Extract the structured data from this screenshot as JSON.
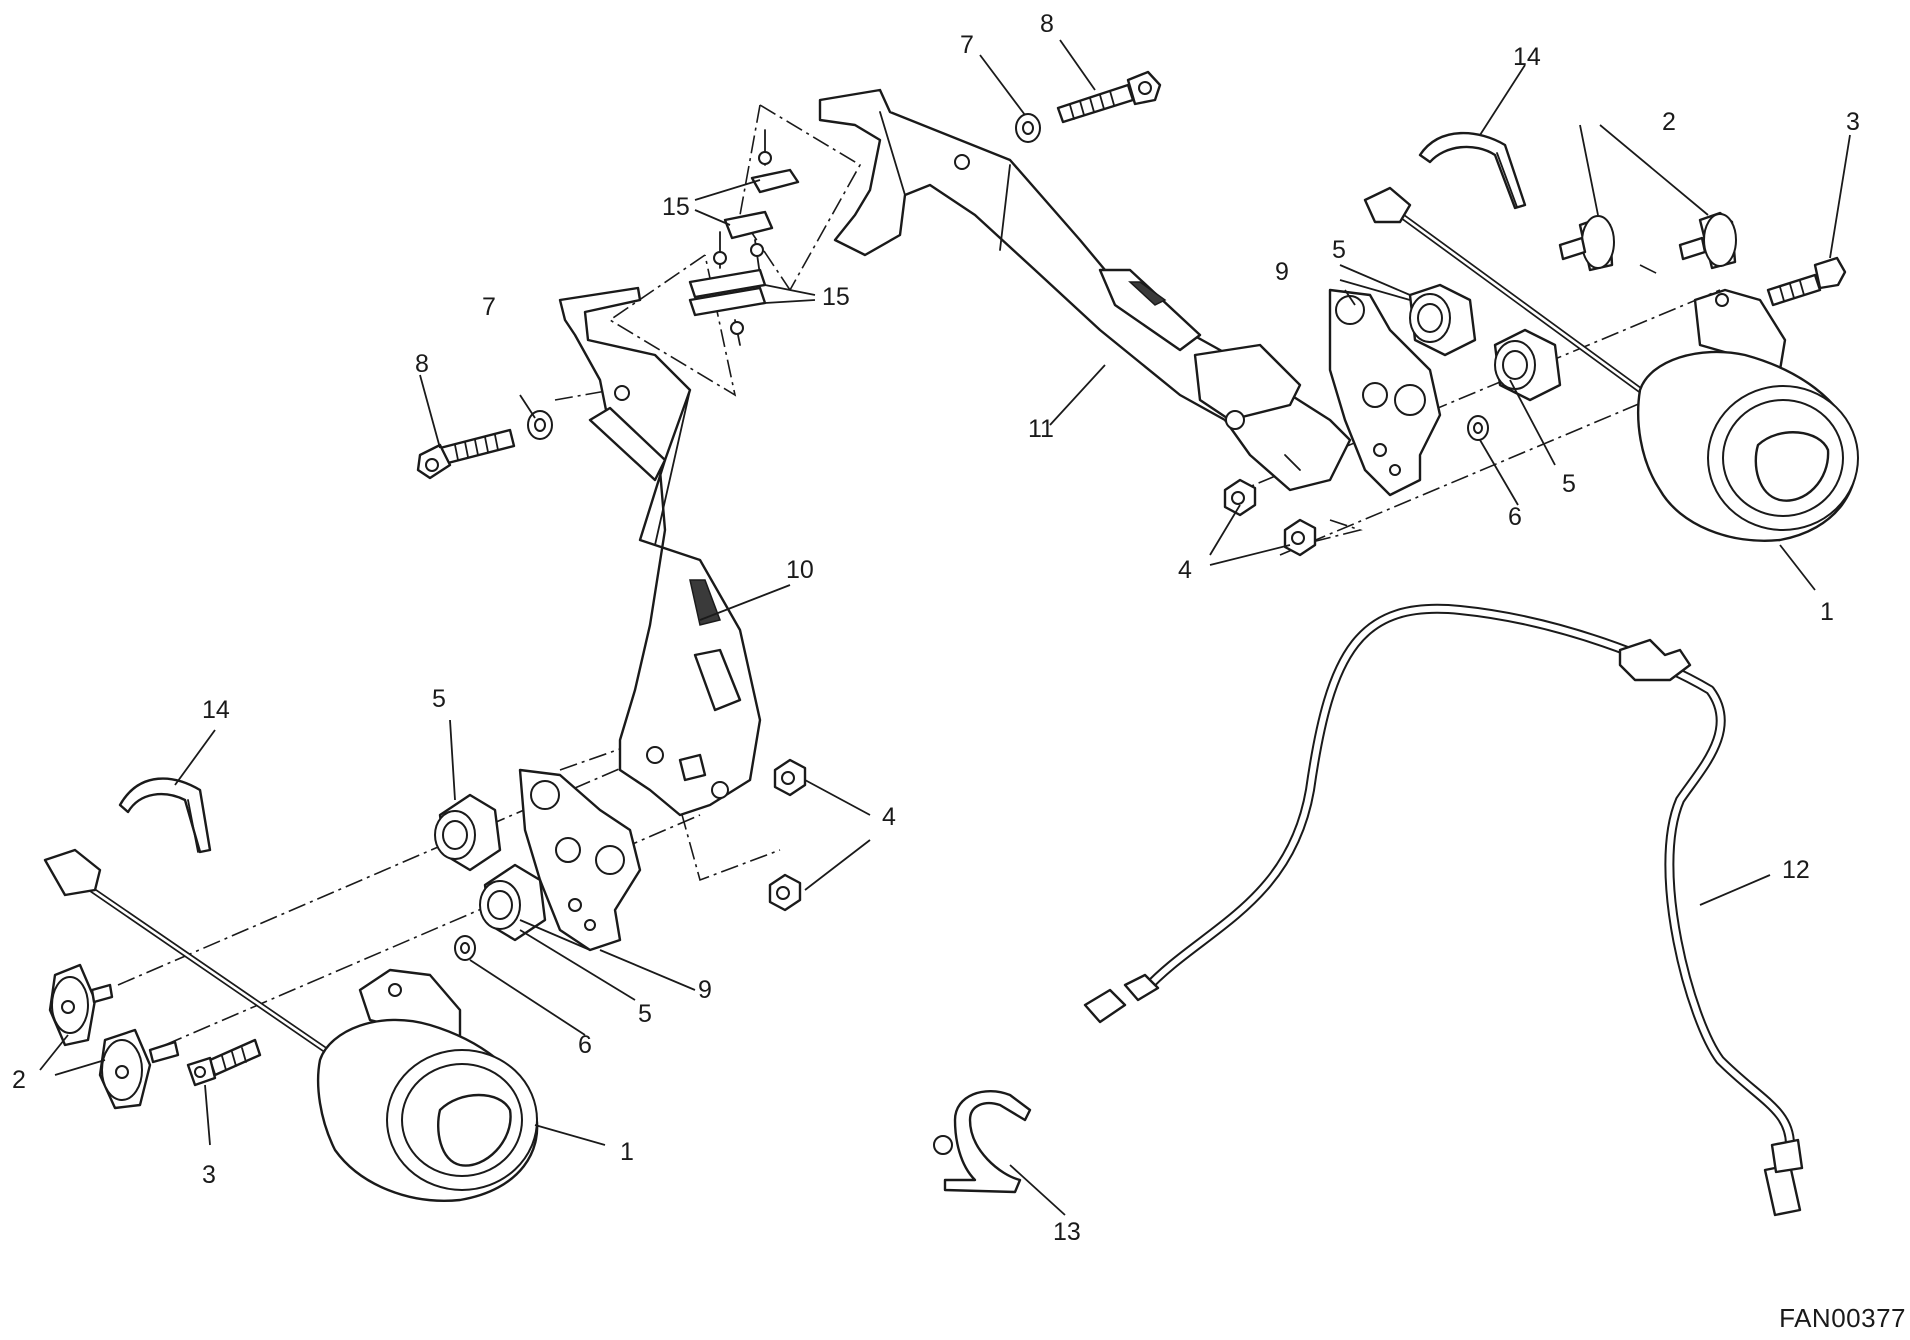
{
  "drawing_code": "FAN00377",
  "callouts": {
    "c1_left": "1",
    "c1_right": "1",
    "c2_left": "2",
    "c2_right": "2",
    "c3_left": "3",
    "c3_right": "3",
    "c4_left": "4",
    "c4_right": "4",
    "c5_left_top": "5",
    "c5_left_bottom": "5",
    "c5_right_top": "5",
    "c5_right_bottom": "5",
    "c6_left": "6",
    "c6_right": "6",
    "c7_left": "7",
    "c7_right": "7",
    "c8_left": "8",
    "c8_right": "8",
    "c9_left": "9",
    "c9_right": "9",
    "c10": "10",
    "c11": "11",
    "c12": "12",
    "c13": "13",
    "c14_left": "14",
    "c14_right": "14",
    "c15_top": "15",
    "c15_bottom": "15"
  }
}
